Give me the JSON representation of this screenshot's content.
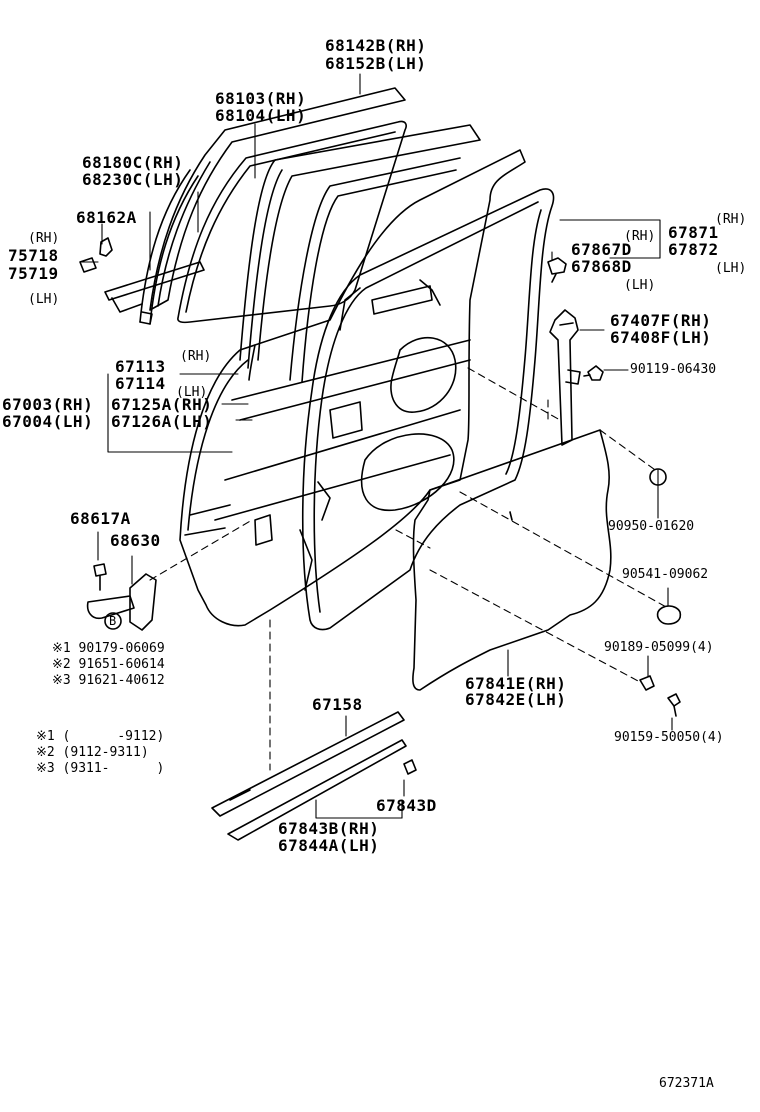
{
  "callouts": {
    "c68142b": "68142B(RH)",
    "c68152b": "68152B(LH)",
    "c68103": "68103(RH)",
    "c68104": "68104(LH)",
    "c68180c": "68180C(RH)",
    "c68230c": "68230C(LH)",
    "c68162a": "68162A",
    "rh_a": "(RH)",
    "c75718": "75718",
    "c75719": "75719",
    "lh_a": "(LH)",
    "c67113": "67113",
    "rh_b": "(RH)",
    "c67114": "67114",
    "lh_b": "(LH)",
    "c67003": "67003(RH)",
    "c67004": "67004(LH)",
    "c67125a": "67125A(RH)",
    "c67126a": "67126A(LH)",
    "c68617a": "68617A",
    "c68630": "68630",
    "bolt_b": "B",
    "c90179": "※1 90179-06069",
    "c91651": "※2 91651-60614",
    "c91621": "※3 91621-40612",
    "note1": "※1 (      -9112)",
    "note2": "※2 (9112-9311)",
    "note3": "※3 (9311-      )",
    "c67871": "67871",
    "rh_c": "(RH)",
    "c67872": "67872",
    "lh_c": "(LH)",
    "rh_d": "(RH)",
    "c67867d": "67867D",
    "c67868d": "67868D",
    "lh_d": "(LH)",
    "c67407f": "67407F(RH)",
    "c67408f": "67408F(LH)",
    "c90119": "90119-06430",
    "c90950": "90950-01620",
    "c90541": "90541-09062",
    "c90189": "90189-05099(4)",
    "c67841e": "67841E(RH)",
    "c67842e": "67842E(LH)",
    "c90159": "90159-50050(4)",
    "c67158": "67158",
    "c67843d": "67843D",
    "c67843b": "67843B(RH)",
    "c67844a": "67844A(LH)"
  },
  "reference": "672371A"
}
